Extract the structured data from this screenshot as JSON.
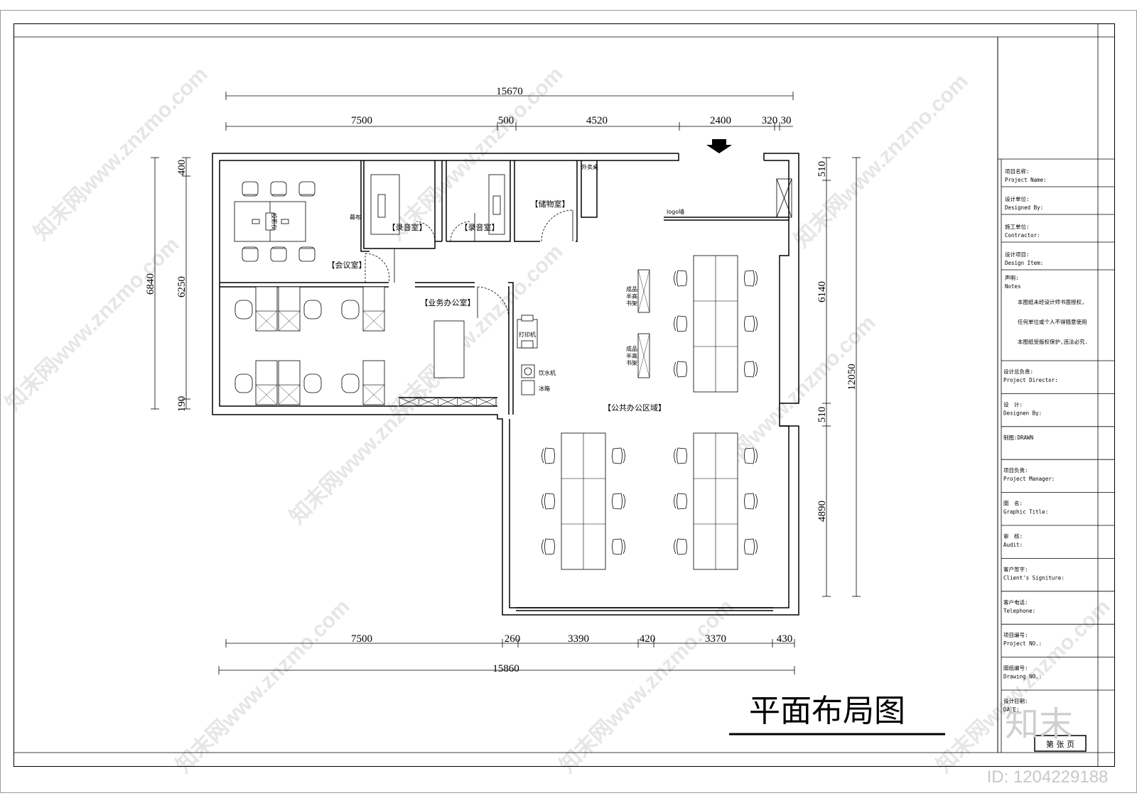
{
  "drawing_title": "平面布局图",
  "dimensions": {
    "top_total": "15670",
    "top_segments": [
      "7500",
      "500",
      "4520",
      "2400",
      "320",
      "30"
    ],
    "bottom_total": "15860",
    "bottom_segments": [
      "7500",
      "260",
      "3390",
      "420",
      "3370",
      "430"
    ],
    "left_outer": "6840",
    "left_inner": [
      "400",
      "6250",
      "190"
    ],
    "right_inner": [
      "510",
      "6140",
      "510",
      "4890"
    ],
    "right_outer": "12050"
  },
  "rooms": {
    "meeting": "【会议室】",
    "recording1": "【录音室】",
    "recording2": "【录音室】",
    "storage": "【储物室】",
    "business_office": "【业务办公室】",
    "public_office": "【公共办公区域】"
  },
  "labels": {
    "curtain": "幕布",
    "projector": "投影仪",
    "takeout_table": "外卖桌",
    "logo_wall": "logo墙",
    "printer": "打印机",
    "water_dispenser": "饮水机",
    "fridge": "冰箱",
    "shelf_lines": [
      "成品",
      "半高",
      "书架"
    ]
  },
  "title_block": {
    "rows": [
      {
        "cn": "项目名称:",
        "en": "Project Name:"
      },
      {
        "cn": "设计单位:",
        "en": "Designed By:"
      },
      {
        "cn": "施工单位:",
        "en": "Contractor:"
      },
      {
        "cn": "设计项目:",
        "en": "Design Item:"
      }
    ],
    "notes_cn": "声明:",
    "notes_en": "Notes",
    "notes_lines": [
      "本图纸未经设计师书面授权,",
      "任何单位或个人不得随意使用",
      "本图纸受版权保护,违法必究."
    ],
    "rows2": [
      {
        "cn": "设计总负责:",
        "en": "Project Director:"
      },
      {
        "cn": "设　计:",
        "en": "Designen By:"
      },
      {
        "cn": "制图:DRAWN",
        "en": ""
      },
      {
        "cn": "项目负责:",
        "en": "Project Manager:"
      },
      {
        "cn": "图　名:",
        "en": "Graphic Title:"
      },
      {
        "cn": "审　核:",
        "en": "Audit:"
      },
      {
        "cn": "客户签字:",
        "en": "Client's Signiture:"
      },
      {
        "cn": "客户电话:",
        "en": "Telephone:"
      },
      {
        "cn": "项目编号:",
        "en": "Project NO.:"
      },
      {
        "cn": "图纸编号:",
        "en": "Drawing NO.:"
      },
      {
        "cn": "设计日期:",
        "en": "DATE:"
      }
    ],
    "sheet": "第 张 页"
  },
  "watermark": {
    "text": "知末网www.znzmo.com",
    "logo": "知末",
    "id": "ID: 1204229188"
  }
}
